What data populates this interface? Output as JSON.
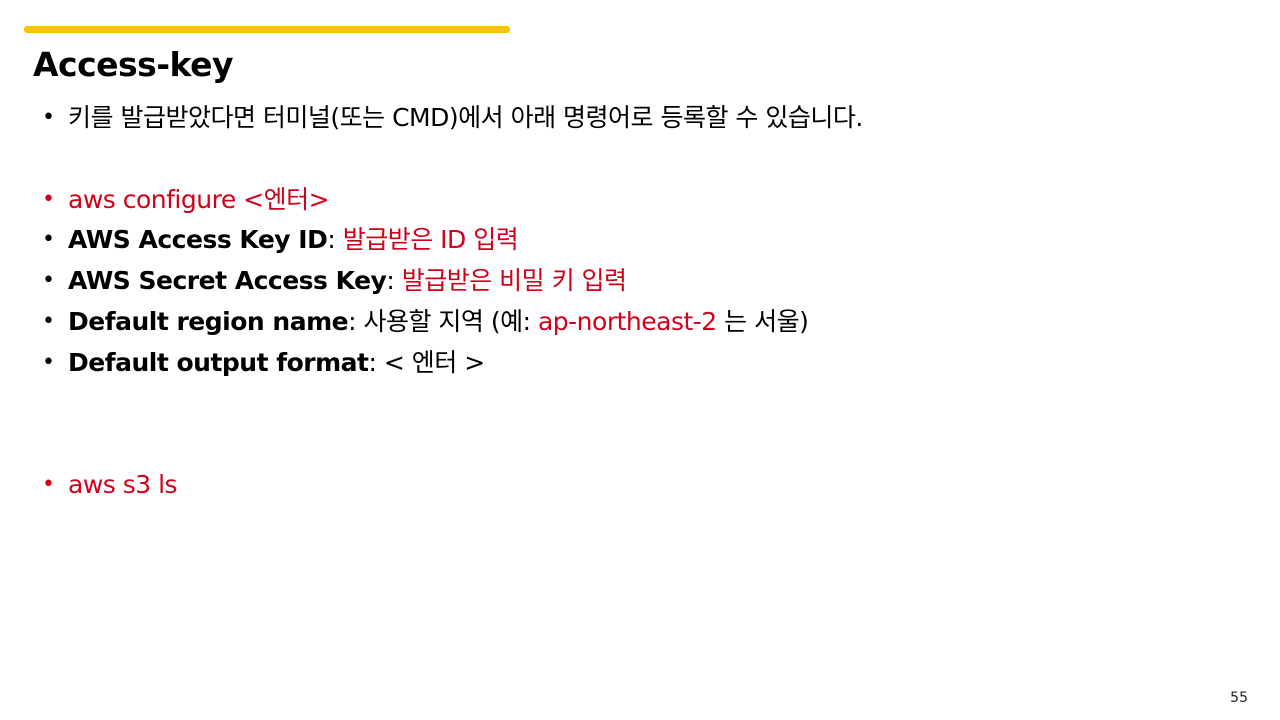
{
  "slide": {
    "title": "Access-key",
    "page_number": "55"
  },
  "bullets": {
    "intro": "키를 발급받았다면 터미널(또는 CMD)에서 아래 명령어로 등록할 수 있습니다.",
    "configure_cmd": "aws configure <엔터>",
    "access_key_label": "AWS Access Key ID",
    "access_key_sep": ": ",
    "access_key_value": "발급받은 ID 입력",
    "secret_key_label": "AWS Secret Access Key",
    "secret_key_sep": ": ",
    "secret_key_value": "발급받은 비밀 키 입력",
    "region_label": "Default region name",
    "region_text_before": ": 사용할 지역 (예: ",
    "region_example": "ap-northeast-2",
    "region_text_after": " 는 서울)",
    "output_label": "Default output format",
    "output_text": ":  < 엔터 >",
    "s3_cmd": "aws s3 ls"
  },
  "colors": {
    "accent_bar": "#f6c500",
    "highlight_red": "#d0021b",
    "text": "#000000"
  }
}
